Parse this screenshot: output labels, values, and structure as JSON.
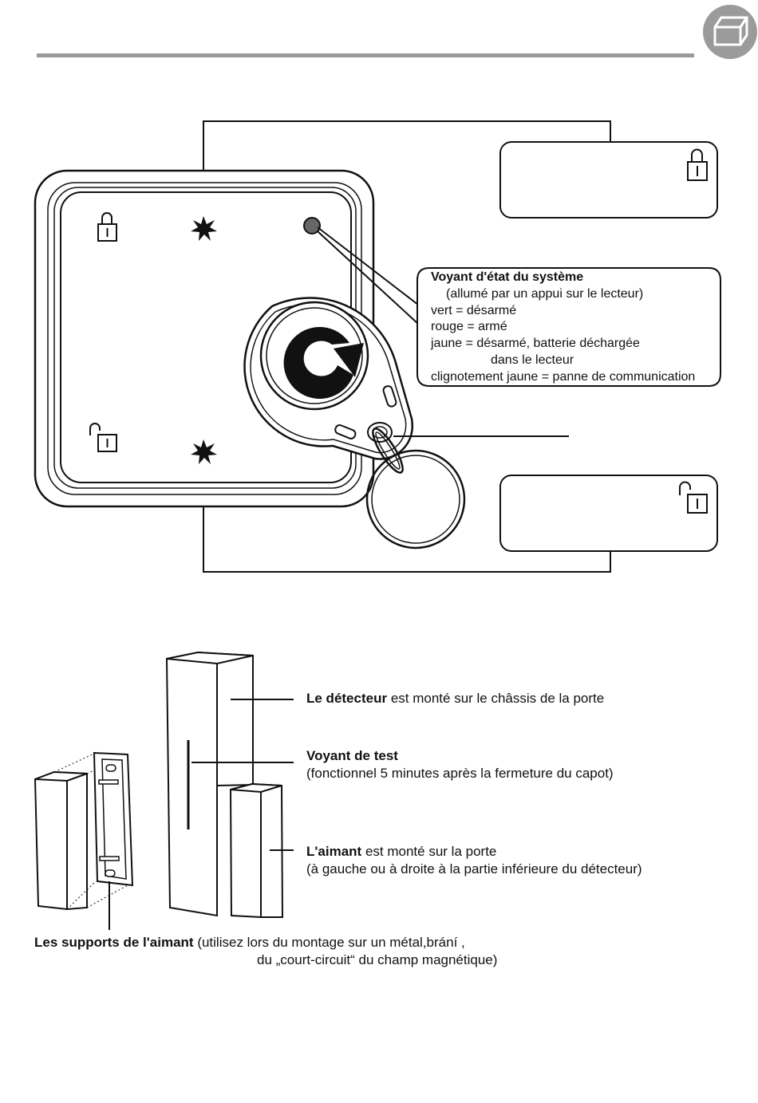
{
  "status_led": {
    "title": "Voyant d'état du système",
    "subtitle": "(allumé par un appui sur le lecteur)",
    "lines": [
      "vert = désarmé",
      "rouge = armé",
      "jaune = désarmé, batterie déchargée",
      "dans le lecteur",
      "clignotement jaune = panne de communication"
    ]
  },
  "detector": {
    "bold": "Le détecteur",
    "rest": " est monté sur le châssis de la porte"
  },
  "test_led": {
    "bold": "Voyant de test",
    "line2": "(fonctionnel 5 minutes après la fermeture du capot)"
  },
  "magnet": {
    "bold": "L'aimant",
    "rest": " est monté sur la porte",
    "line2": "(à gauche ou à droite à la partie inférieure du détecteur)"
  },
  "supports": {
    "bold": "Les supports de l'aimant",
    "rest": " (utilisez lors du montage sur un métal,brání ,",
    "line2": "du „court-circuit“ du champ magnétique)"
  },
  "icons": {
    "corner": "box-icon",
    "locked": "padlock-locked-icon",
    "unlocked": "padlock-unlocked-icon",
    "logo": "brand-logo-icon"
  }
}
